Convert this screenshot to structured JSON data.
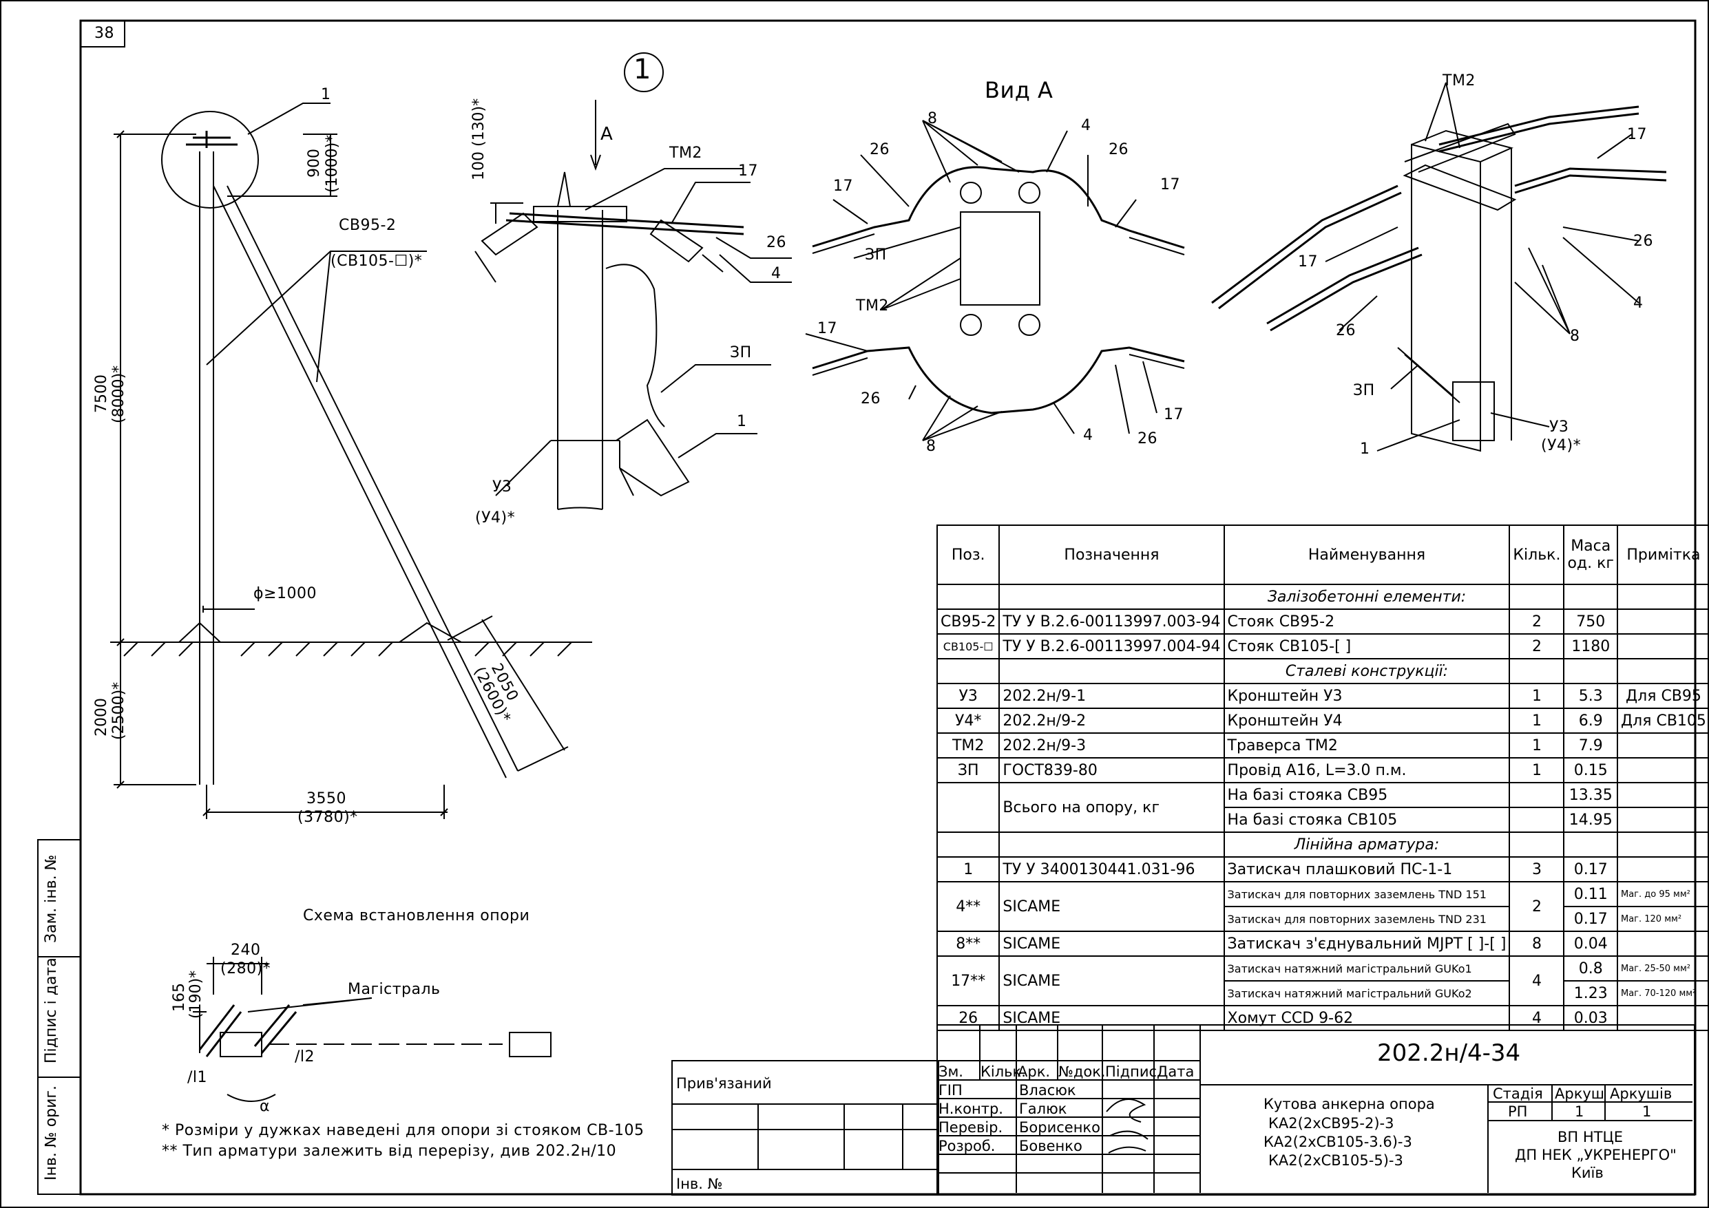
{
  "sheet": {
    "page_number": "38",
    "callout_number": "1"
  },
  "side_stamps": {
    "inv_orig": "Інв. № ориг.",
    "sign_date": "Підпис і дата",
    "inv_replace": "Зам. інв. №"
  },
  "elevation": {
    "dim_900": "900",
    "dim_1000": "(1000)*",
    "dim_7500": "7500",
    "dim_8000": "(8000)*",
    "dim_2000": "2000",
    "dim_2500": "(2500)*",
    "dim_3550": "3550",
    "dim_3780": "(3780)*",
    "dim_2050": "2050",
    "dim_2600": "(2600)*",
    "dia": "ϕ≥1000",
    "pole_label": "СВ95-2",
    "pole_label_alt": "(СВ105-☐)*",
    "callout": "1"
  },
  "detail1": {
    "dim_100": "100 (130)*",
    "view_arrow": "А",
    "labels": {
      "tm2": "ТМ2",
      "p17": "17",
      "p26": "26",
      "p4": "4",
      "zp": "ЗП",
      "p1": "1",
      "u3": "У3",
      "u4": "(У4)*"
    }
  },
  "viewA": {
    "title": "Вид А",
    "labels": {
      "p8a": "8",
      "p4a": "4",
      "p26a": "26",
      "p26b": "26",
      "p17a": "17",
      "p17b": "17",
      "zp": "ЗП",
      "tm2": "ТМ2",
      "p17c": "17",
      "p26c": "26",
      "p8b": "8",
      "p4b": "4",
      "p26d": "26",
      "p17d": "17"
    }
  },
  "iso": {
    "labels": {
      "tm2": "ТМ2",
      "p17a": "17",
      "p26a": "26",
      "p4": "4",
      "p8": "8",
      "p17b": "17",
      "p26b": "26",
      "zp": "ЗП",
      "p1": "1",
      "u3": "У3",
      "u4": "(У4)*"
    }
  },
  "scheme": {
    "title": "Схема встановлення опори",
    "dim_240": "240",
    "dim_280": "(280)*",
    "dim_165": "165",
    "dim_190": "(190)*",
    "main_line": "Магістраль",
    "l1": "/l1",
    "l2": "/l2",
    "alpha": "α"
  },
  "notes": {
    "n1": "* Розміри у дужках наведені для опори зі стояком СВ-105",
    "n2": "** Тип арматури залежить від перерізу, див 202.2н/10"
  },
  "table": {
    "headers": {
      "pos": "Поз.",
      "designation": "Позначення",
      "name": "Найменування",
      "qty": "Кільк.",
      "mass_line1": "Маса",
      "mass_line2": "од. кг",
      "note": "Примітка"
    },
    "sec_concrete": "Залізобетонні елементи:",
    "sec_steel": "Сталеві конструкції:",
    "sec_linear": "Лінійна арматура:",
    "rows": {
      "r1": {
        "pos": "СВ95-2",
        "des": "ТУ У В.2.6-00113997.003-94",
        "name": "Стояк СВ95-2",
        "qty": "2",
        "mass": "750",
        "note": ""
      },
      "r2": {
        "pos": "СВ105-☐",
        "des": "ТУ У В.2.6-00113997.004-94",
        "name": "Стояк СВ105-[    ]",
        "qty": "2",
        "mass": "1180",
        "note": ""
      },
      "r3": {
        "pos": "У3",
        "des": "202.2н/9-1",
        "name": "Кронштейн У3",
        "qty": "1",
        "mass": "5.3",
        "note": "Для СВ95"
      },
      "r4": {
        "pos": "У4*",
        "des": "202.2н/9-2",
        "name": "Кронштейн У4",
        "qty": "1",
        "mass": "6.9",
        "note": "Для СВ105"
      },
      "r5": {
        "pos": "ТМ2",
        "des": "202.2н/9-3",
        "name": "Траверса ТМ2",
        "qty": "1",
        "mass": "7.9",
        "note": ""
      },
      "r6": {
        "pos": "ЗП",
        "des": "ГОСТ839-80",
        "name": "Провід А16, L=3.0 п.м.",
        "qty": "1",
        "mass": "0.15",
        "note": ""
      },
      "r7": {
        "des": "Всього на опору, кг",
        "name_a": "На базі стояка СВ95",
        "mass_a": "13.35",
        "name_b": "На базі стояка СВ105",
        "mass_b": "14.95"
      },
      "r8": {
        "pos": "1",
        "des": "ТУ У 3400130441.031-96",
        "name": "Затискач плашковий ПС-1-1",
        "qty": "3",
        "mass": "0.17",
        "note": ""
      },
      "r9": {
        "pos": "4**",
        "des": "SICAME",
        "name_a": "Затискач для повторних заземлень TND 151",
        "mass_a": "0.11",
        "note_a": "Маг. до 95 мм²",
        "name_b": "Затискач для повторних заземлень TND 231",
        "mass_b": "0.17",
        "note_b": "Маг. 120 мм²",
        "qty": "2"
      },
      "r10": {
        "pos": "8**",
        "des": "SICAME",
        "name": "Затискач з'єднувальний MJPT [   ]-[   ]",
        "qty": "8",
        "mass": "0.04",
        "note": ""
      },
      "r11": {
        "pos": "17**",
        "des": "SICAME",
        "name_a": "Затискач натяжний магістральний GUKo1",
        "mass_a": "0.8",
        "note_a": "Маг. 25-50 мм²",
        "name_b": "Затискач натяжний магістральний GUKo2",
        "mass_b": "1.23",
        "note_b": "Маг. 70-120 мм²",
        "qty": "4"
      },
      "r12": {
        "pos": "26",
        "des": "SICAME",
        "name": "Хомут CCD 9-62",
        "qty": "4",
        "mass": "0.03",
        "note": ""
      }
    }
  },
  "title_block": {
    "code": "202.2н/4-34",
    "bound": "Прив'язаний",
    "inv": "Інв. №",
    "cols": {
      "zm": "Зм.",
      "kilk": "Кільк.",
      "ark": "Арк.",
      "ndok": "№док.",
      "pidpys": "Підпис",
      "data": "Дата"
    },
    "roles": [
      {
        "role": "ГІП",
        "name": "Власюк"
      },
      {
        "role": "Н.контр.",
        "name": "Галюк"
      },
      {
        "role": "Перевір.",
        "name": "Борисенко"
      },
      {
        "role": "Розроб.",
        "name": "Бовенко"
      }
    ],
    "desc1": "Кутова анкерна опора",
    "desc2": "КА2(2хСВ95-2)-3",
    "desc3": "КА2(2хСВ105-3.6)-3",
    "desc4": "КА2(2хСВ105-5)-3",
    "stage_h": "Стадія",
    "sheet_h": "Аркуш",
    "sheets_h": "Аркушів",
    "stage": "РП",
    "sheet": "1",
    "sheets": "1",
    "org1": "ВП НТЦЕ",
    "org2": "ДП НЕК „УКРЕНЕРГО\"",
    "org3": "Київ"
  }
}
